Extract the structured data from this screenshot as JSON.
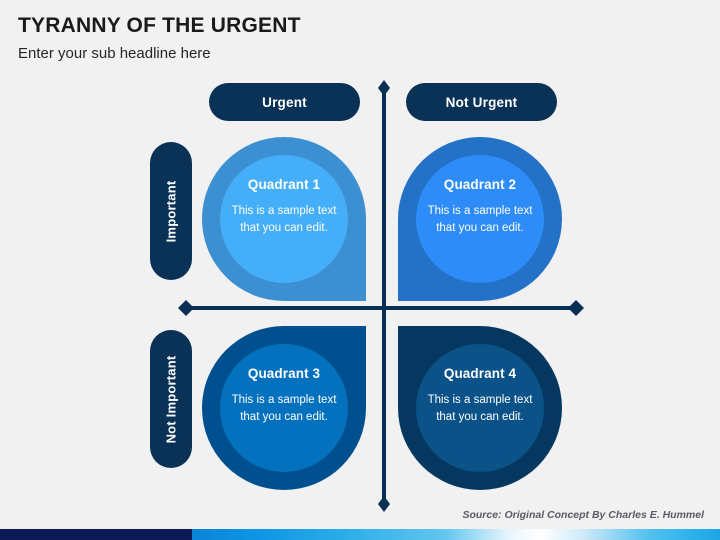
{
  "slide": {
    "title": "TYRANNY OF THE URGENT",
    "subtitle": "Enter your sub headline here",
    "background_color": "#f1f1f1",
    "source_note": "Source: Original Concept By Charles E. Hummel"
  },
  "matrix": {
    "column_headers": [
      {
        "id": "urgent",
        "label": "Urgent"
      },
      {
        "id": "not-urgent",
        "label": "Not Urgent"
      }
    ],
    "row_headers": [
      {
        "id": "important",
        "label": "Important"
      },
      {
        "id": "not-important",
        "label": "Not Important"
      }
    ],
    "axis": {
      "line_color": "#0a2f54",
      "vertical_marker": "diamond",
      "horizontal_marker": "diamond"
    },
    "quadrants": [
      {
        "id": "quadrant-1",
        "title": "Quadrant 1",
        "body": "This is a sample text that you can edit.",
        "row": "Important",
        "column": "Urgent",
        "ring_color": "#3c8fd0",
        "fill_color": "#45aef8"
      },
      {
        "id": "quadrant-2",
        "title": "Quadrant 2",
        "body": "This is a sample text that you can edit.",
        "row": "Important",
        "column": "Not Urgent",
        "ring_color": "#2372c8",
        "fill_color": "#2d8cf7"
      },
      {
        "id": "quadrant-3",
        "title": "Quadrant 3",
        "body": "This is a sample text that you can edit.",
        "row": "Not Important",
        "column": "Urgent",
        "ring_color": "#00508f",
        "fill_color": "#0471be"
      },
      {
        "id": "quadrant-4",
        "title": "Quadrant 4",
        "body": "This is a sample text that you can edit.",
        "row": "Not Important",
        "column": "Not Urgent",
        "ring_color": "#063761",
        "fill_color": "#0b5288"
      }
    ]
  },
  "footer_bar": {
    "dark_color": "#0d1b54",
    "accent_color": "#0b84d6",
    "highlight_color": "#ffffff"
  }
}
